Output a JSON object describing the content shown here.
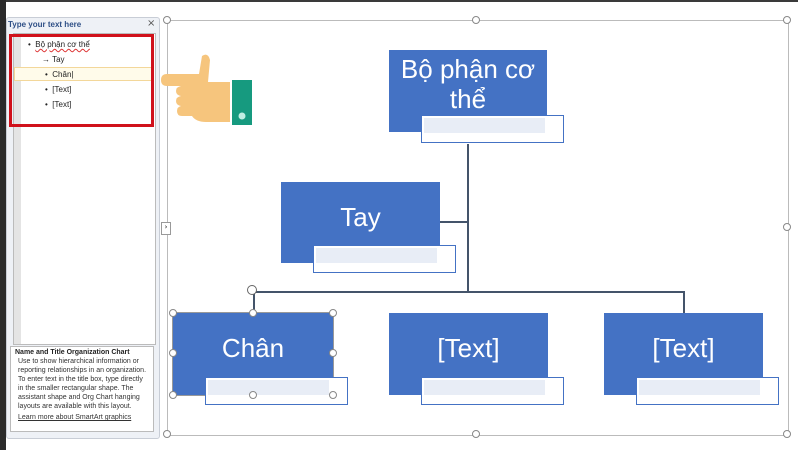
{
  "pane": {
    "title": "Type your text here",
    "close": "×",
    "items": [
      {
        "text": "Bộ phận cơ thể",
        "bullet": "•"
      },
      {
        "text": "Tay",
        "bullet": "→"
      },
      {
        "text": "Chân",
        "bullet": "•"
      },
      {
        "text": "[Text]",
        "bullet": "•"
      },
      {
        "text": "[Text]",
        "bullet": "•"
      }
    ],
    "description": {
      "heading": "Name and Title Organization Chart",
      "body": "Use to show hierarchical information or reporting relationships in an organization. To enter text in the title box, type directly in the smaller rectangular shape. The assistant shape and Org Chart hanging layouts are available with this layout.",
      "link": "Learn more about SmartArt graphics"
    }
  },
  "chart": {
    "nodes": [
      "Bộ phận cơ thể",
      "Tay",
      "Chân",
      "[Text]",
      "[Text]"
    ],
    "colors": {
      "box": "#4472c4",
      "highlight": "#d0111b"
    }
  },
  "decor": {
    "pointer": "hand-pointing-icon"
  }
}
